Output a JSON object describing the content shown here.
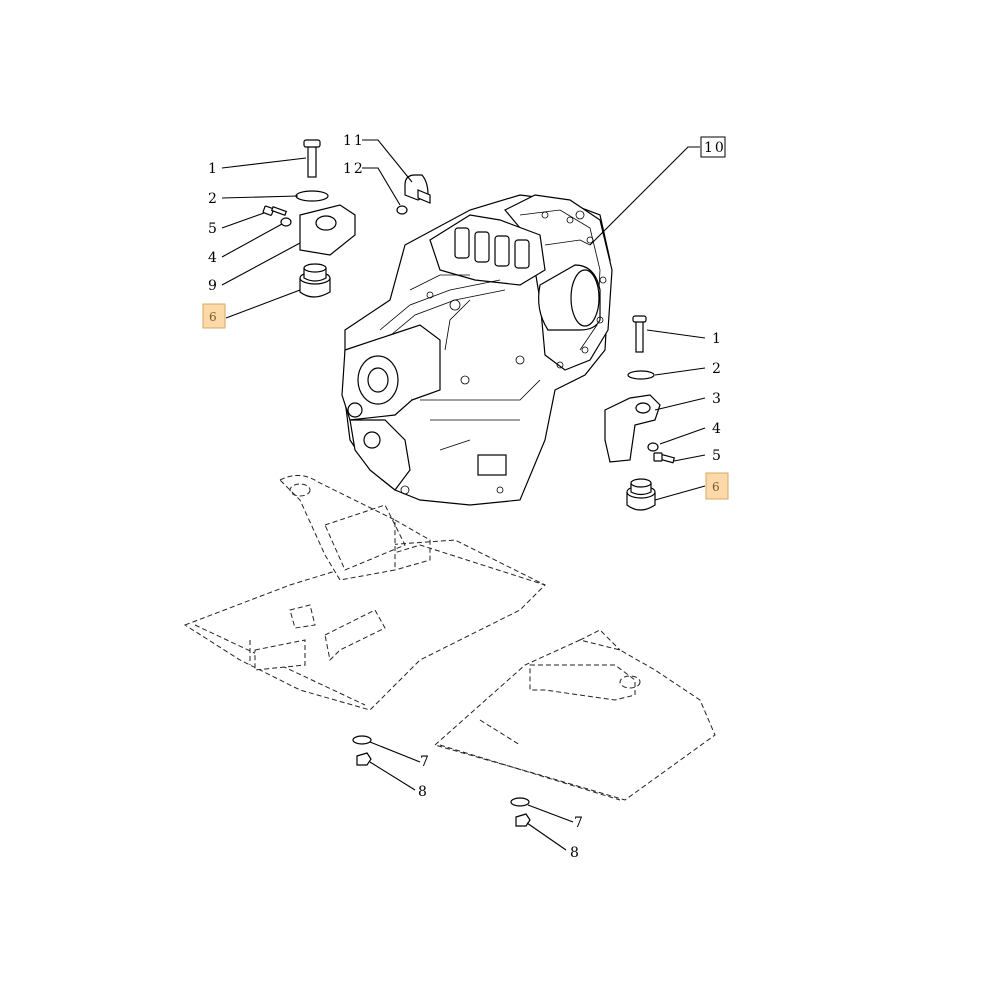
{
  "callouts": {
    "left_1": "1",
    "left_2": "2",
    "left_5": "5",
    "left_4": "4",
    "left_9": "9",
    "left_6": "6",
    "top_11": "11",
    "top_12": "12",
    "top_10": "10",
    "right_1": "1",
    "right_2": "2",
    "right_3": "3",
    "right_4": "4",
    "right_5": "5",
    "right_6": "6",
    "bottom_left_7": "7",
    "bottom_left_8": "8",
    "bottom_right_7": "7",
    "bottom_right_8": "8"
  },
  "colors": {
    "highlight_fill": "#fcd9a8",
    "highlight_stroke": "#d9a766",
    "line": "#000000",
    "background": "#ffffff"
  }
}
